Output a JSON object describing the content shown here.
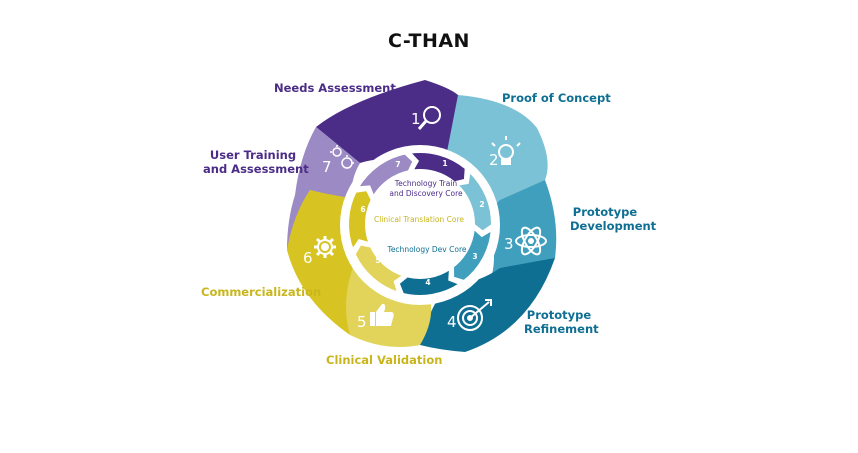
{
  "title": "C-THAN",
  "colors": {
    "purple_dark": "#4b2d87",
    "purple_light": "#9b8ac4",
    "teal_light": "#7cc2d6",
    "teal_mid": "#3f9fbd",
    "teal_dark": "#0f6f93",
    "yellow_dark": "#d7c422",
    "yellow_light": "#e2d35a",
    "label_purple": "#4b2d87",
    "label_teal": "#0f6f93",
    "label_yellow": "#c8b61c"
  },
  "stages": [
    {
      "number": "1",
      "label": "Needs Assessment",
      "icon": "magnifier-icon"
    },
    {
      "number": "2",
      "label": "Proof of Concept",
      "icon": "lightbulb-icon"
    },
    {
      "number": "3",
      "label_lines": [
        "Prototype",
        "Development"
      ],
      "icon": "atom-icon"
    },
    {
      "number": "4",
      "label_lines": [
        "Prototype",
        "Refinement"
      ],
      "icon": "target-icon"
    },
    {
      "number": "5",
      "label": "Clinical Validation",
      "icon": "thumbs-up-icon"
    },
    {
      "number": "6",
      "label": "Commercialization",
      "icon": "gear-icon"
    },
    {
      "number": "7",
      "label_lines": [
        "User Training",
        "and Assessment"
      ],
      "icon": "gears-person-icon"
    }
  ],
  "cycle_numbers": [
    "1",
    "2",
    "3",
    "4",
    "5",
    "6",
    "7"
  ],
  "cores": {
    "train_discovery": [
      "Technology Train",
      "and Discovery Core"
    ],
    "clinical_translation": "Clinical Translation Core",
    "technology_dev": "Technology  Dev Core"
  }
}
